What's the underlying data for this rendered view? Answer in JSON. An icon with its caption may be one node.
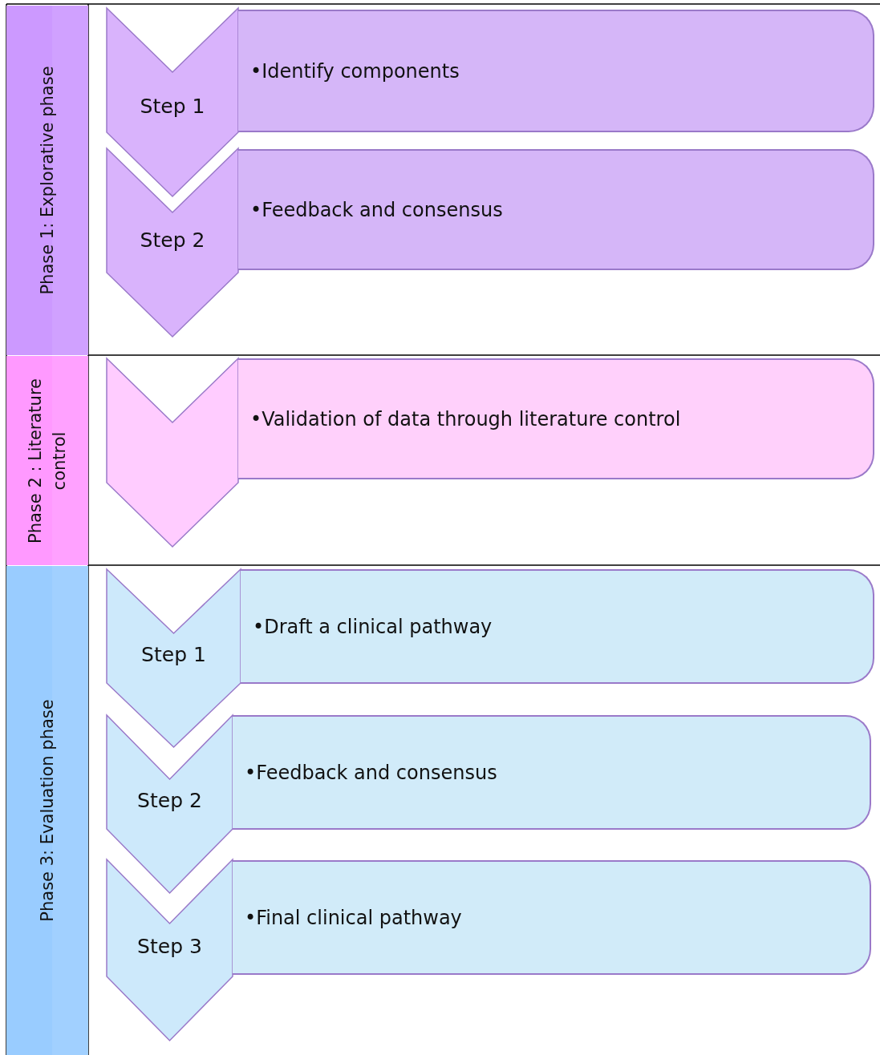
{
  "diagram": {
    "nodes": [
      {
        "text": [
          "Phase 1: Explorative phase"
        ]
      },
      {
        "text": [
          "Step 1"
        ]
      },
      {
        "text": [
          "•Identify components"
        ]
      },
      {
        "text": [
          "Step 2"
        ]
      },
      {
        "text": [
          "•Feedback and consensus"
        ]
      },
      {
        "text": [
          "Phase 2 : Literature control"
        ]
      },
      {
        "text": [],
        "shape": "chevron"
      },
      {
        "text": [
          "•Validation of data through literature control"
        ]
      },
      {
        "text": [
          "Phase 3: Evaluation phase"
        ]
      },
      {
        "text": [
          "Step 1"
        ]
      },
      {
        "text": [
          "•Draft a clinical pathway"
        ]
      },
      {
        "text": [
          "Step 2"
        ]
      },
      {
        "text": [
          "•Feedback and consensus"
        ]
      },
      {
        "text": [
          "Step 3"
        ]
      },
      {
        "text": [
          "•Final clinical pathway"
        ]
      }
    ]
  }
}
